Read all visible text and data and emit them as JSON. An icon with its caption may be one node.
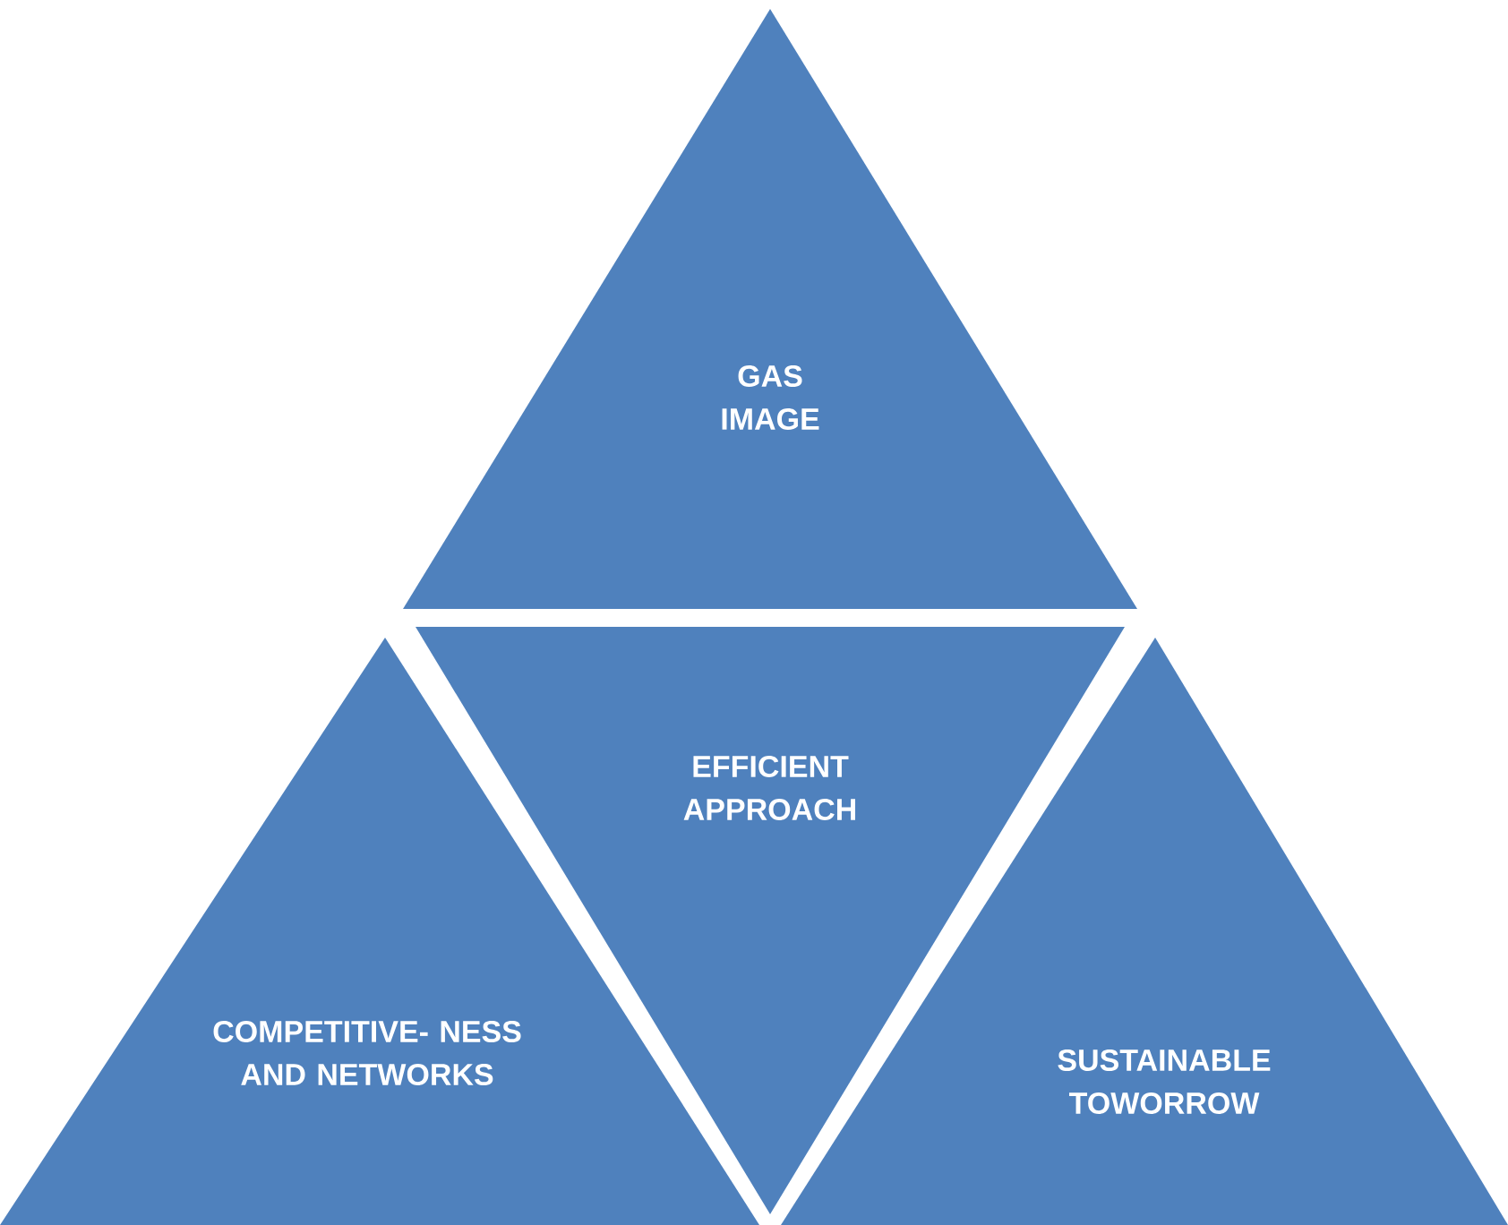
{
  "diagram": {
    "nodes": [
      {
        "text": [
          "GAS IMAGE"
        ]
      },
      {
        "text": [
          "EFFICIENT APPROACH"
        ]
      },
      {
        "text": [
          "COMPETITIVE- NESS AND NETWORKS"
        ]
      },
      {
        "text": [
          "SUSTAINABLE TOWORROW"
        ]
      }
    ]
  }
}
